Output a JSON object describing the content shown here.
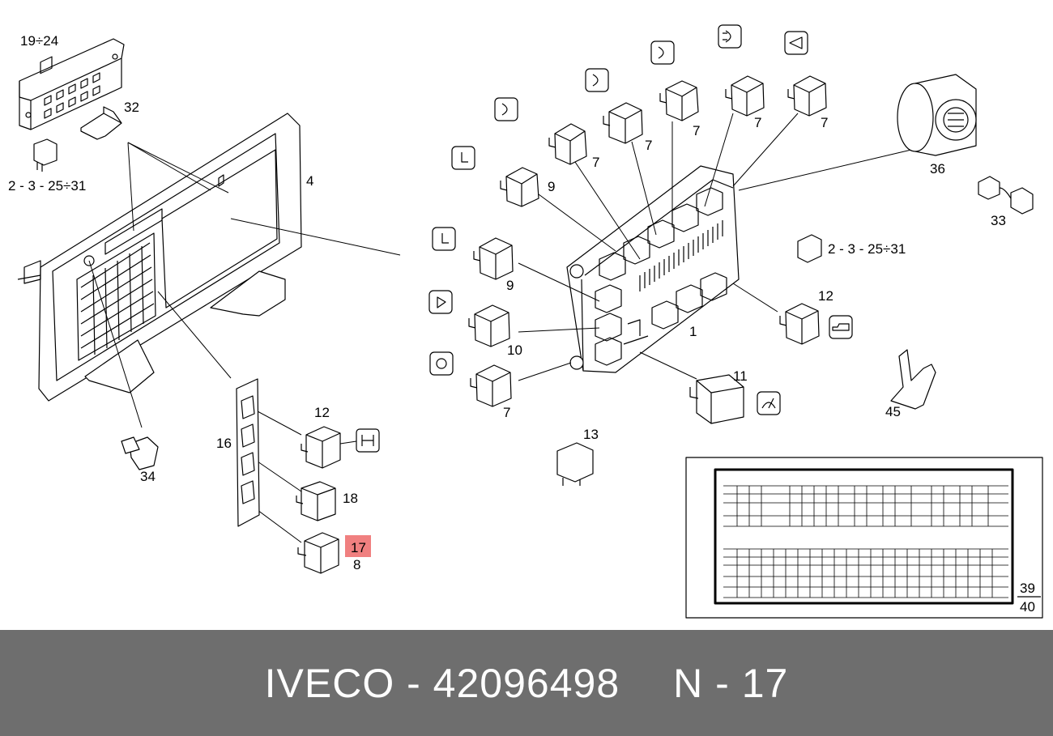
{
  "callouts": {
    "c19_24": "19÷24",
    "c32": "32",
    "c2_3_25_31_left": "2 - 3 - 25÷31",
    "c4": "4",
    "c16": "16",
    "c12_left": "12",
    "c18": "18",
    "c17": "17",
    "c8": "8",
    "c34": "34",
    "c7_a": "7",
    "c7_b": "7",
    "c7_c": "7",
    "c7_d": "7",
    "c7_e": "7",
    "c7_f": "7",
    "c9_a": "9",
    "c9_b": "9",
    "c10": "10",
    "c1": "1",
    "c11": "11",
    "c13": "13",
    "c12_right": "12",
    "c2_3_25_31_right": "2 - 3 - 25÷31",
    "c36": "36",
    "c33": "33",
    "c45": "45",
    "c39": "39",
    "c40": "40"
  },
  "highlight": {
    "part_number": "17",
    "color": "#f08080"
  },
  "footer": {
    "brand": "IVECO - 42096498",
    "ref": "N - 17"
  }
}
